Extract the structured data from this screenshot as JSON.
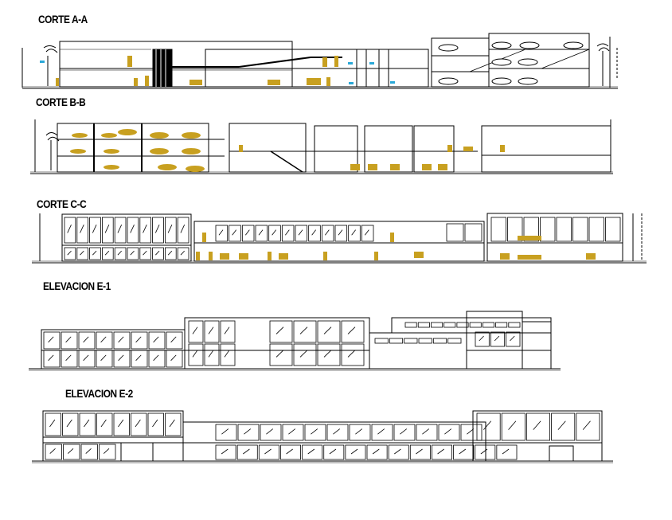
{
  "drawing": {
    "titles": {
      "corte_aa": "CORTE A-A",
      "corte_bb": "CORTE B-B",
      "corte_cc": "CORTE C-C",
      "elevacion_e1": "ELEVACION E-1",
      "elevacion_e2": "ELEVACION E-2"
    }
  },
  "colors": {
    "line": "#000000",
    "furniture": "#c8a020",
    "accent": "#2aa8d8",
    "background": "#ffffff"
  }
}
